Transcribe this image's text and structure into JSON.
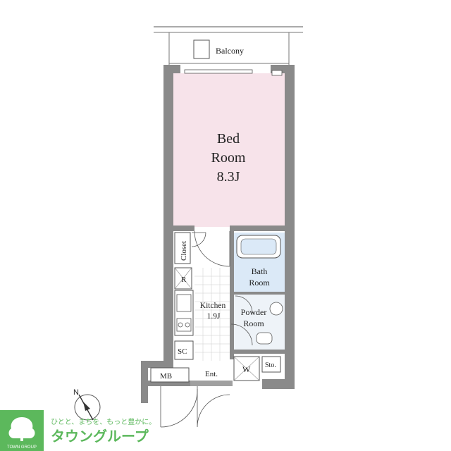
{
  "rooms": {
    "balcony": "Balcony",
    "bedroom_line1": "Bed",
    "bedroom_line2": "Room",
    "bedroom_size": "8.3J",
    "closet": "Closet",
    "refrigerator": "R",
    "kitchen": "Kitchen",
    "kitchen_size": "1.9J",
    "bath_line1": "Bath",
    "bath_line2": "Room",
    "powder_line1": "Powder",
    "powder_line2": "Room",
    "shoe_closet": "SC",
    "entrance": "Ent.",
    "washer": "W",
    "storage": "Sto.",
    "meter_box": "MB"
  },
  "compass": {
    "north": "N"
  },
  "logo": {
    "tagline": "ひとと、まちを、もっと豊かに。",
    "brand_small": "TOWN GROUP",
    "brand_name": "タウングループ"
  },
  "colors": {
    "wall": "#8a8a8a",
    "bedroom_fill": "#f7e3ea",
    "bath_fill": "#dbe9f7",
    "logo_green": "#5cb85c"
  }
}
